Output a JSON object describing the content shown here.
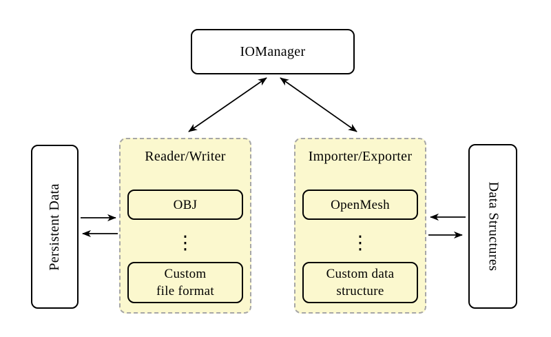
{
  "diagram": {
    "io_manager": {
      "label": "IOManager"
    },
    "persistent_data": {
      "label": "Persistent Data"
    },
    "data_structures": {
      "label": "Data Structures"
    },
    "reader_writer": {
      "title": "Reader/Writer",
      "item1": "OBJ",
      "ellipsis": "⋮",
      "item2_line1": "Custom",
      "item2_line2": "file format"
    },
    "importer_exporter": {
      "title": "Importer/Exporter",
      "item1": "OpenMesh",
      "ellipsis": "⋮",
      "item2_line1": "Custom data",
      "item2_line2": "structure"
    },
    "colors": {
      "group_fill": "#fbf8ce",
      "group_border": "#a6a6a6",
      "node_fill": "#ffffff",
      "node_border": "#000000",
      "arrow": "#000000"
    }
  }
}
